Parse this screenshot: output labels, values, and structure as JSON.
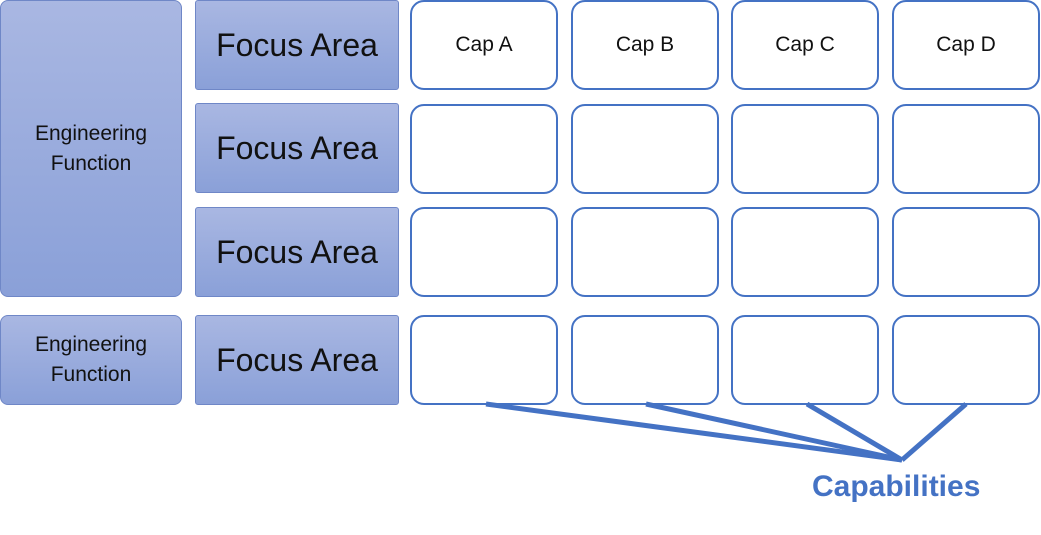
{
  "functions": [
    "Engineering\nFunction",
    "Engineering\nFunction"
  ],
  "focus_areas": [
    "Focus Area",
    "Focus Area",
    "Focus Area",
    "Focus Area"
  ],
  "capabilities_header": [
    "Cap A",
    "Cap B",
    "Cap C",
    "Cap D"
  ],
  "capabilities_label": "Capabilities",
  "colors": {
    "accent": "#4472c4",
    "box_fill": "#9eaedd",
    "box_border": "#6f87c7"
  }
}
